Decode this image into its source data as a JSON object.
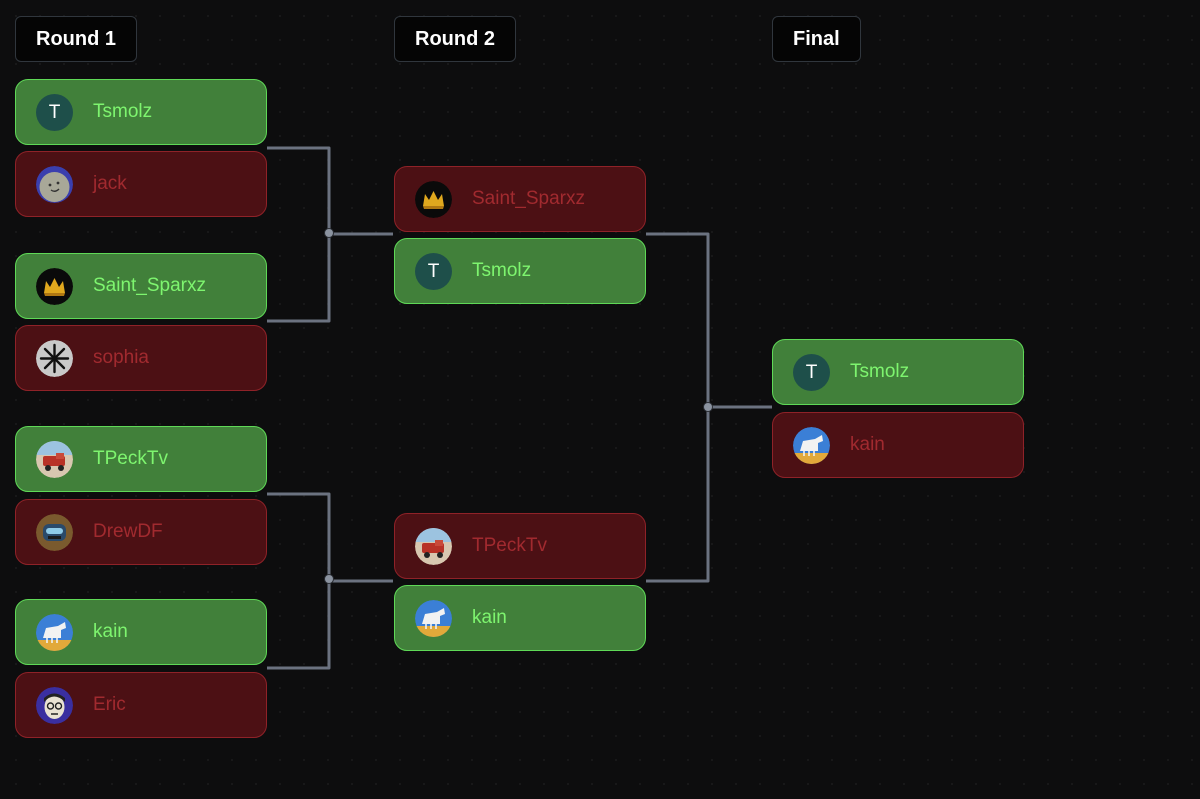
{
  "colors": {
    "background": "#0d0d0e",
    "winner_fill": "#41803a",
    "winner_border": "#5fd957",
    "winner_text": "#7ef56f",
    "loser_fill": "#4c1014",
    "loser_border": "#8f2228",
    "loser_text": "#a12a2f",
    "connector": "#6b7280"
  },
  "rounds": [
    {
      "label": "Round 1",
      "matches": [
        {
          "players": [
            {
              "name": "Tsmolz",
              "result": "win",
              "avatar": "letter-t-avatar",
              "initial": "T"
            },
            {
              "name": "jack",
              "result": "lose",
              "avatar": "smiley-face-avatar"
            }
          ]
        },
        {
          "players": [
            {
              "name": "Saint_Sparxz",
              "result": "win",
              "avatar": "crown-avatar"
            },
            {
              "name": "sophia",
              "result": "lose",
              "avatar": "snowflake-avatar"
            }
          ]
        },
        {
          "players": [
            {
              "name": "TPeckTv",
              "result": "win",
              "avatar": "red-truck-avatar"
            },
            {
              "name": "DrewDF",
              "result": "lose",
              "avatar": "robot-mask-avatar"
            }
          ]
        },
        {
          "players": [
            {
              "name": "kain",
              "result": "win",
              "avatar": "white-horse-avatar"
            },
            {
              "name": "Eric",
              "result": "lose",
              "avatar": "cartoon-face-avatar"
            }
          ]
        }
      ]
    },
    {
      "label": "Round 2",
      "matches": [
        {
          "players": [
            {
              "name": "Saint_Sparxz",
              "result": "lose",
              "avatar": "crown-avatar"
            },
            {
              "name": "Tsmolz",
              "result": "win",
              "avatar": "letter-t-avatar",
              "initial": "T"
            }
          ]
        },
        {
          "players": [
            {
              "name": "TPeckTv",
              "result": "lose",
              "avatar": "red-truck-avatar"
            },
            {
              "name": "kain",
              "result": "win",
              "avatar": "white-horse-avatar"
            }
          ]
        }
      ]
    },
    {
      "label": "Final",
      "matches": [
        {
          "players": [
            {
              "name": "Tsmolz",
              "result": "win",
              "avatar": "letter-t-avatar",
              "initial": "T"
            },
            {
              "name": "kain",
              "result": "lose",
              "avatar": "white-horse-avatar"
            }
          ]
        }
      ]
    }
  ]
}
